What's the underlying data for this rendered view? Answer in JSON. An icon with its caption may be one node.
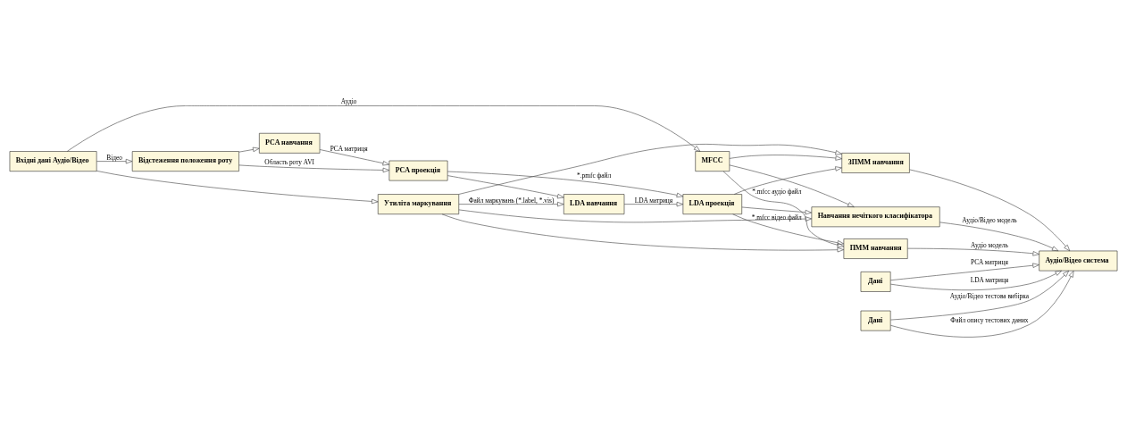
{
  "diagram": {
    "nodes": [
      {
        "text": [
          "Вхідні дані Аудіо/Відео"
        ]
      },
      {
        "text": [
          "MFCC"
        ]
      },
      {
        "text": [
          "Відстеження положення роту"
        ]
      },
      {
        "text": [
          "PCA проекція"
        ]
      },
      {
        "text": [
          "PCA навчання"
        ]
      },
      {
        "text": [
          "LDA проекція"
        ]
      },
      {
        "text": [
          "LDA навчання"
        ]
      },
      {
        "text": [
          "Утиліта маркування"
        ]
      },
      {
        "text": [
          "ПММ навчання"
        ]
      },
      {
        "text": [
          "ЗПММ навчання"
        ]
      },
      {
        "text": [
          "Навчання нечіткого класифікатора"
        ]
      },
      {
        "text": [
          "Дані"
        ]
      },
      {
        "text": [
          "Аудіо/Відео система"
        ]
      },
      {
        "text": [
          "Дані"
        ]
      }
    ],
    "edges": [
      {
        "from": 0,
        "to": 1,
        "arrow": "to",
        "label": "Аудіо"
      },
      {
        "from": 0,
        "to": 2,
        "arrow": "to",
        "label": "Відео"
      },
      {
        "from": 0,
        "to": 7,
        "arrow": "to"
      },
      {
        "from": 2,
        "to": 3,
        "arrow": "to",
        "label": "Область роту AVI"
      },
      {
        "from": 2,
        "to": 4,
        "arrow": "to"
      },
      {
        "from": 4,
        "to": 3,
        "arrow": "to",
        "label": "PCA матриця"
      },
      {
        "from": 3,
        "to": 5,
        "arrow": "to",
        "label": "*.pmfc файл"
      },
      {
        "from": 3,
        "to": 6,
        "arrow": "to"
      },
      {
        "from": 6,
        "to": 5,
        "arrow": "to",
        "label": "LDA матриця"
      },
      {
        "from": 7,
        "to": 6,
        "arrow": "to",
        "label": "Файл маркувань (*.label, *.vis)"
      },
      {
        "from": 1,
        "to": 8,
        "arrow": "to",
        "label": "*.mfcc аудіо файл"
      },
      {
        "from": 1,
        "to": 9,
        "arrow": "to"
      },
      {
        "from": 1,
        "to": 10,
        "arrow": "to"
      },
      {
        "from": 5,
        "to": 8,
        "arrow": "to",
        "label": "*.mfcc відео файл"
      },
      {
        "from": 5,
        "to": 9,
        "arrow": "to"
      },
      {
        "from": 5,
        "to": 10,
        "arrow": "to"
      },
      {
        "from": 7,
        "to": 8,
        "arrow": "to"
      },
      {
        "from": 7,
        "to": 9,
        "arrow": "to"
      },
      {
        "from": 7,
        "to": 10,
        "arrow": "to"
      },
      {
        "from": 8,
        "to": 12,
        "arrow": "to",
        "label": "Аудіо модель"
      },
      {
        "from": 9,
        "to": 12,
        "arrow": "to"
      },
      {
        "from": 10,
        "to": 12,
        "arrow": "to",
        "label": "Аудіо/Відео модель"
      },
      {
        "from": 11,
        "to": 12,
        "arrow": "to",
        "label": "PCA матриця"
      },
      {
        "from": 11,
        "to": 12,
        "arrow": "to",
        "label": "LDA матриця"
      },
      {
        "from": 13,
        "to": 12,
        "arrow": "to",
        "label": "Аудіо/Відео тестова вибірка"
      },
      {
        "from": 13,
        "to": 12,
        "arrow": "to",
        "label": "Файл опису тестових даних"
      }
    ]
  }
}
